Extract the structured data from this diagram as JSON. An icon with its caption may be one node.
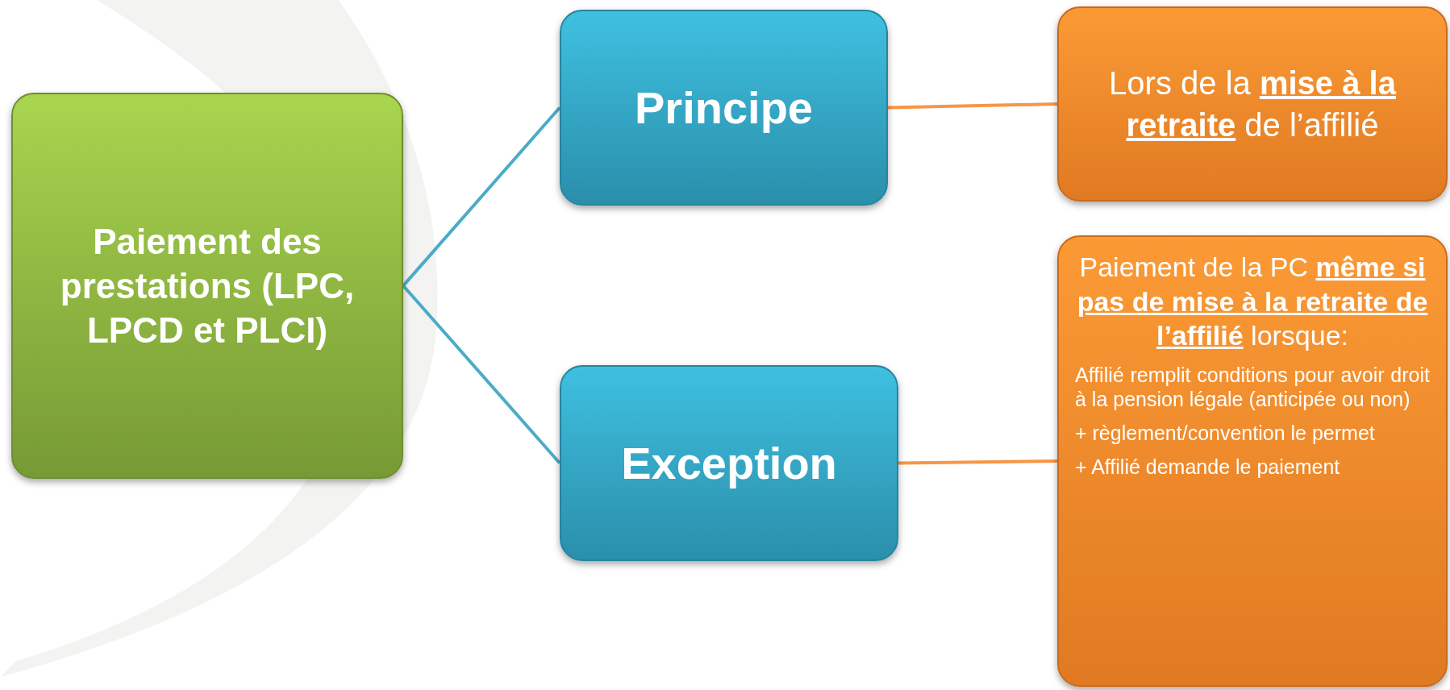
{
  "diagram": {
    "nodes": [
      {
        "text": [
          "Paiement des prestations (LPC, LPCD et PLCI)"
        ]
      },
      {
        "text": [
          "Principe"
        ]
      },
      {
        "text": [
          "Exception"
        ]
      },
      {
        "text": [
          "Lors de la **mise à la retraite** de l’affilié"
        ]
      },
      {
        "text": [
          "Paiement de la PC **même si pas de mise à la retraite de l’affilié** lorsque:",
          "Affilié remplit conditions pour avoir droit à la pension légale (anticipée ou non)",
          "+ règlement/convention le permet",
          "+ Affilié demande le paiement"
        ]
      }
    ],
    "edges": [
      {
        "from": 0,
        "to": 1,
        "arrow": "none",
        "color": "#4bacc6"
      },
      {
        "from": 0,
        "to": 2,
        "arrow": "none",
        "color": "#4bacc6"
      },
      {
        "from": 1,
        "to": 3,
        "arrow": "none",
        "color": "#f79646"
      },
      {
        "from": 2,
        "to": 4,
        "arrow": "none",
        "color": "#f79646"
      }
    ]
  }
}
